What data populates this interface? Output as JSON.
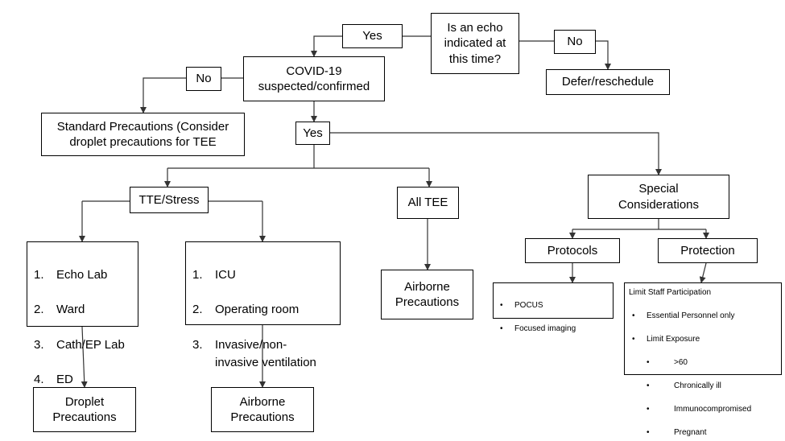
{
  "nodes": {
    "echo_question": "Is an echo\nindicated at\nthis time?",
    "yes_top": "Yes",
    "no_top": "No",
    "defer": "Defer/reschedule",
    "covid": "COVID-19\nsuspected/confirmed",
    "no_covid": "No",
    "standard": "Standard Precautions (Consider\ndroplet precautions for TEE",
    "yes_covid": "Yes",
    "tte_stress": "TTE/Stress",
    "all_tee": "All TEE",
    "special": "Special\nConsiderations",
    "protocols": "Protocols",
    "protection": "Protection",
    "airborne_tee": "Airborne\nPrecautions",
    "droplet": "Droplet\nPrecautions",
    "airborne_icu": "Airborne\nPrecautions"
  },
  "locations_low": [
    {
      "num": "1.",
      "text": "Echo Lab"
    },
    {
      "num": "2.",
      "text": "Ward"
    },
    {
      "num": "3.",
      "text": "Cath/EP Lab"
    },
    {
      "num": "4.",
      "text": "ED"
    }
  ],
  "locations_high": [
    {
      "num": "1.",
      "text": "ICU"
    },
    {
      "num": "2.",
      "text": "Operating room"
    },
    {
      "num": "3.",
      "text": "Invasive/non-\ninvasive ventilation"
    }
  ],
  "protocol_items": [
    "POCUS",
    "Focused imaging"
  ],
  "protection_block": {
    "title": "Limit Staff Participation",
    "items": [
      {
        "text": "Essential Personnel only",
        "level": 1
      },
      {
        "text": "Limit Exposure",
        "level": 1
      },
      {
        "text": ">60",
        "level": 2
      },
      {
        "text": "Chronically ill",
        "level": 2
      },
      {
        "text": "Immunocompromised",
        "level": 2
      },
      {
        "text": "Pregnant",
        "level": 2
      }
    ]
  },
  "bullet_char": "•"
}
